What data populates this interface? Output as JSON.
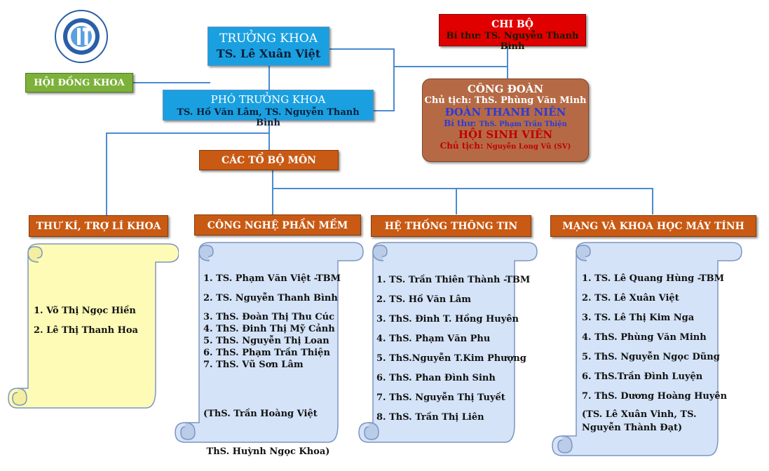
{
  "head": {
    "title": "TRƯỞNG KHOA",
    "name": "TS. Lê Xuân Việt"
  },
  "council": {
    "label": "HỘI ĐỒNG KHOA"
  },
  "deputy": {
    "title": "PHÓ TRƯỞNG KHOA",
    "names": "TS. Hồ Văn Lâm, TS. Nguyễn Thanh Bình"
  },
  "party": {
    "title": "CHI BỘ",
    "secretary": "Bí thư: TS. Nguyễn Thanh Bình"
  },
  "unions": {
    "trade_union_title": "CÔNG ĐOÀN",
    "trade_union_chair": "Chủ tịch: ThS. Phùng Văn Minh",
    "youth_title": "ĐOÀN THANH NIÊN",
    "youth_secretary_label": "Bí thư:",
    "youth_secretary_name": "ThS. Phạm Trần Thiện",
    "student_title": "HỘI SINH VIÊN",
    "student_chair_label": "Chủ tịch:",
    "student_chair_name": "Nguyễn Long Vũ (SV)"
  },
  "departments_label": "CÁC TỔ BỘ MÔN",
  "secretary_unit": {
    "title": "THƯ KÍ, TRỢ LÍ KHOA",
    "members": [
      "1. Võ Thị Ngọc Hiền",
      "2. Lê Thị Thanh Hoa"
    ]
  },
  "software": {
    "title": "CÔNG NGHỆ PHẦN MỀM",
    "members_a": [
      "1. TS. Phạm Văn Việt -TBM",
      "2. TS. Nguyễn Thanh Bình"
    ],
    "members_b": [
      "3. ThS. Đoàn Thị Thu Cúc",
      "4. ThS. Đinh Thị Mỹ Cảnh",
      "5. ThS. Nguyễn Thị Loan",
      "6. ThS. Phạm Trần Thiện",
      "7. ThS. Vũ Sơn Lâm"
    ],
    "note": [
      "(ThS. Trần Hoàng Việt",
      " ThS. Huỳnh Ngọc Khoa)"
    ]
  },
  "infosys": {
    "title": "HỆ THỐNG THÔNG TIN",
    "members": [
      "1. TS. Trần Thiên Thành -TBM",
      "2. TS. Hồ Văn Lâm",
      "3. ThS. Đinh T. Hồng Huyên",
      "4. ThS. Phạm Văn Phu",
      "5. ThS.Nguyễn T.Kim Phượng",
      "6. ThS. Phan Đình Sinh",
      "7. ThS. Nguyễn Thị Tuyết",
      "8. ThS. Trần Thị Liên"
    ]
  },
  "network": {
    "title": "MẠNG VÀ KHOA HỌC MÁY TÍNH",
    "members": [
      "1. TS. Lê Quang Hùng -TBM",
      "2. TS. Lê Xuân Việt",
      "3. TS. Lê Thị Kim Nga",
      "4. ThS. Phùng Văn Minh",
      "5. ThS. Nguyễn Ngọc Dũng",
      "6. ThS.Trần Đình Luyện",
      "7. ThS. Dương Hoàng Huyên"
    ],
    "note": [
      "(TS. Lê Xuân Vinh, TS.",
      "Nguyễn Thành Đạt)"
    ]
  },
  "colors": {
    "blue_box": "#1aa0e0",
    "orange_box": "#c85a14",
    "red_box": "#e00000",
    "green_box": "#7cb13a",
    "brown_box": "#b56a45",
    "connector": "#4b8bd0",
    "yellow_scroll": "#fdfbb6",
    "blue_scroll": "#d4e3f7"
  }
}
